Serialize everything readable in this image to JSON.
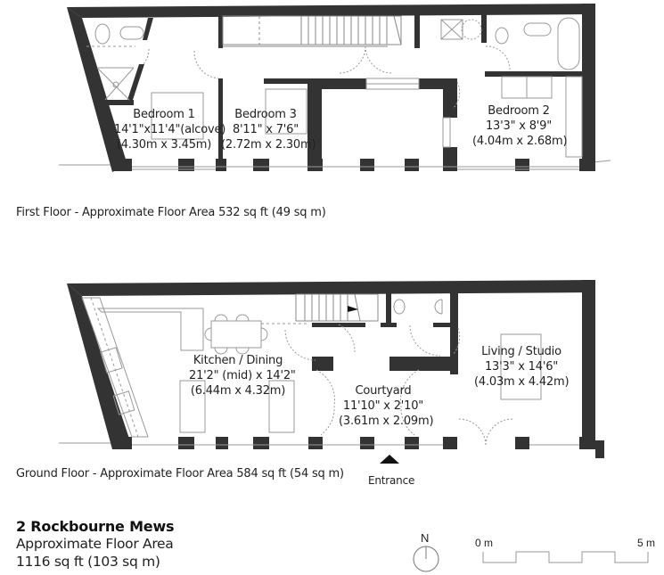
{
  "first_floor": {
    "caption": "First Floor - Approximate Floor Area 532 sq ft (49 sq m)",
    "rooms": [
      {
        "name": "Bedroom 1",
        "imperial": "14'1\"x11'4\"(alcove)",
        "metric": "(4.30m x 3.45m)"
      },
      {
        "name": "Bedroom 3",
        "imperial": "8'11\" x 7'6\"",
        "metric": "(2.72m x 2.30m)"
      },
      {
        "name": "Bedroom 2",
        "imperial": "13'3\" x 8'9\"",
        "metric": "(4.04m x 2.68m)"
      }
    ]
  },
  "ground_floor": {
    "caption": "Ground Floor - Approximate Floor Area 584 sq ft (54 sq m)",
    "rooms": [
      {
        "name": "Kitchen / Dining",
        "imperial": "21'2\" (mid) x 14'2\"",
        "metric": "(6.44m x 4.32m)"
      },
      {
        "name": "Courtyard",
        "imperial": "11'10\" x  2'10\"",
        "metric": "(3.61m x 2.09m)"
      },
      {
        "name": "Living / Studio",
        "imperial": "13'3\" x 14'6\"",
        "metric": "(4.03m x 4.42m)"
      }
    ],
    "entrance_label": "Entrance"
  },
  "property": {
    "title": "2 Rockbourne Mews",
    "area_label": "Approximate Floor Area",
    "area_value": "1116 sq ft (103 sq m)"
  },
  "compass": {
    "label": "N",
    "icon": "north-arrow-icon"
  },
  "scale_bar": {
    "start_label": "0 m",
    "end_label": "5 m"
  },
  "colors": {
    "wall": "#333333",
    "line": "#9a9a9a",
    "text": "#222222",
    "background": "#ffffff"
  }
}
